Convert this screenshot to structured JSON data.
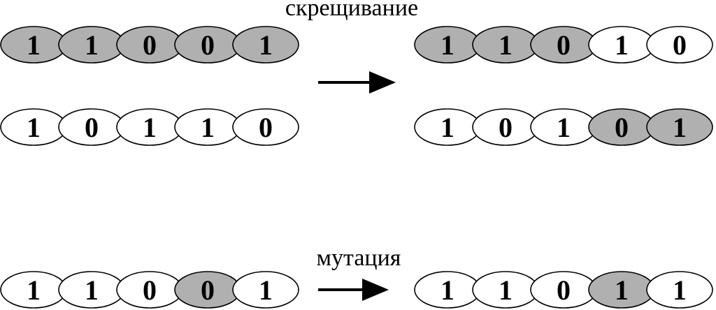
{
  "colors": {
    "highlight": "#b0b0b0",
    "plain": "#ffffff",
    "stroke": "#000000"
  },
  "crossover": {
    "label": "скрещивание",
    "parents": [
      {
        "genes": [
          "1",
          "1",
          "0",
          "0",
          "1"
        ],
        "highlighted": [
          true,
          true,
          true,
          true,
          true
        ]
      },
      {
        "genes": [
          "1",
          "0",
          "1",
          "1",
          "0"
        ],
        "highlighted": [
          false,
          false,
          false,
          false,
          false
        ]
      }
    ],
    "children": [
      {
        "genes": [
          "1",
          "1",
          "0",
          "1",
          "0"
        ],
        "highlighted": [
          true,
          true,
          true,
          false,
          false
        ]
      },
      {
        "genes": [
          "1",
          "0",
          "1",
          "0",
          "1"
        ],
        "highlighted": [
          false,
          false,
          false,
          true,
          true
        ]
      }
    ]
  },
  "mutation": {
    "label": "мутация",
    "before": {
      "genes": [
        "1",
        "1",
        "0",
        "0",
        "1"
      ],
      "highlighted": [
        false,
        false,
        false,
        true,
        false
      ]
    },
    "after": {
      "genes": [
        "1",
        "1",
        "0",
        "1",
        "1"
      ],
      "highlighted": [
        false,
        false,
        false,
        true,
        false
      ]
    }
  }
}
